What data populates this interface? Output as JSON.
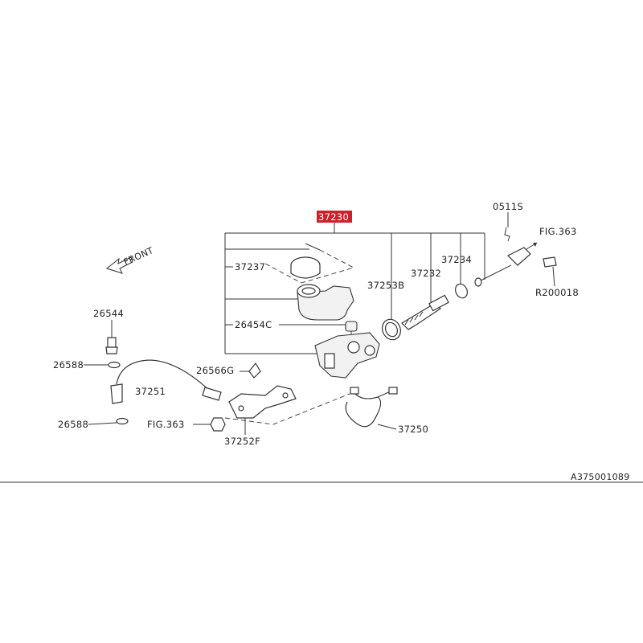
{
  "callouts": {
    "main_part": "37230",
    "p0511s": "0511S",
    "fig363_top": "FIG.363",
    "p37237": "37237",
    "p37234": "37234",
    "p37232": "37232",
    "p37253b": "37253B",
    "r200018": "R200018",
    "p26454c": "26454C",
    "p26544": "26544",
    "p26588_top": "26588",
    "p37251": "37251",
    "p26566g": "26566G",
    "fig363_bottom": "FIG.363",
    "p26588_bottom": "26588",
    "p37252f": "37252F",
    "p37250": "37250"
  },
  "direction_label": "FRONT",
  "diagram_id": "A375001089",
  "colors": {
    "highlight": "#d0202a",
    "ink": "#333333",
    "background": "#ffffff"
  }
}
